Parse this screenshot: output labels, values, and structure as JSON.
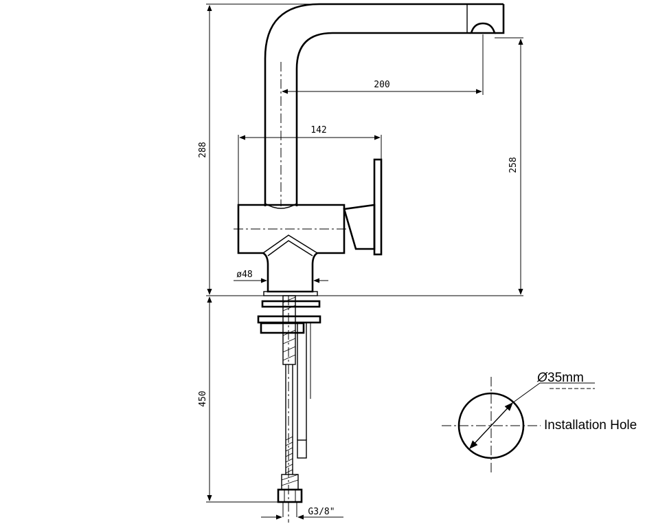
{
  "dimensions": {
    "spout_reach": "200",
    "body_width": "142",
    "total_height": "288",
    "spout_height": "258",
    "base_diameter": "ø48",
    "hose_length": "450",
    "thread": "G3/8\""
  },
  "callout": {
    "diameter": "35mm",
    "label": "Installation Hole"
  }
}
